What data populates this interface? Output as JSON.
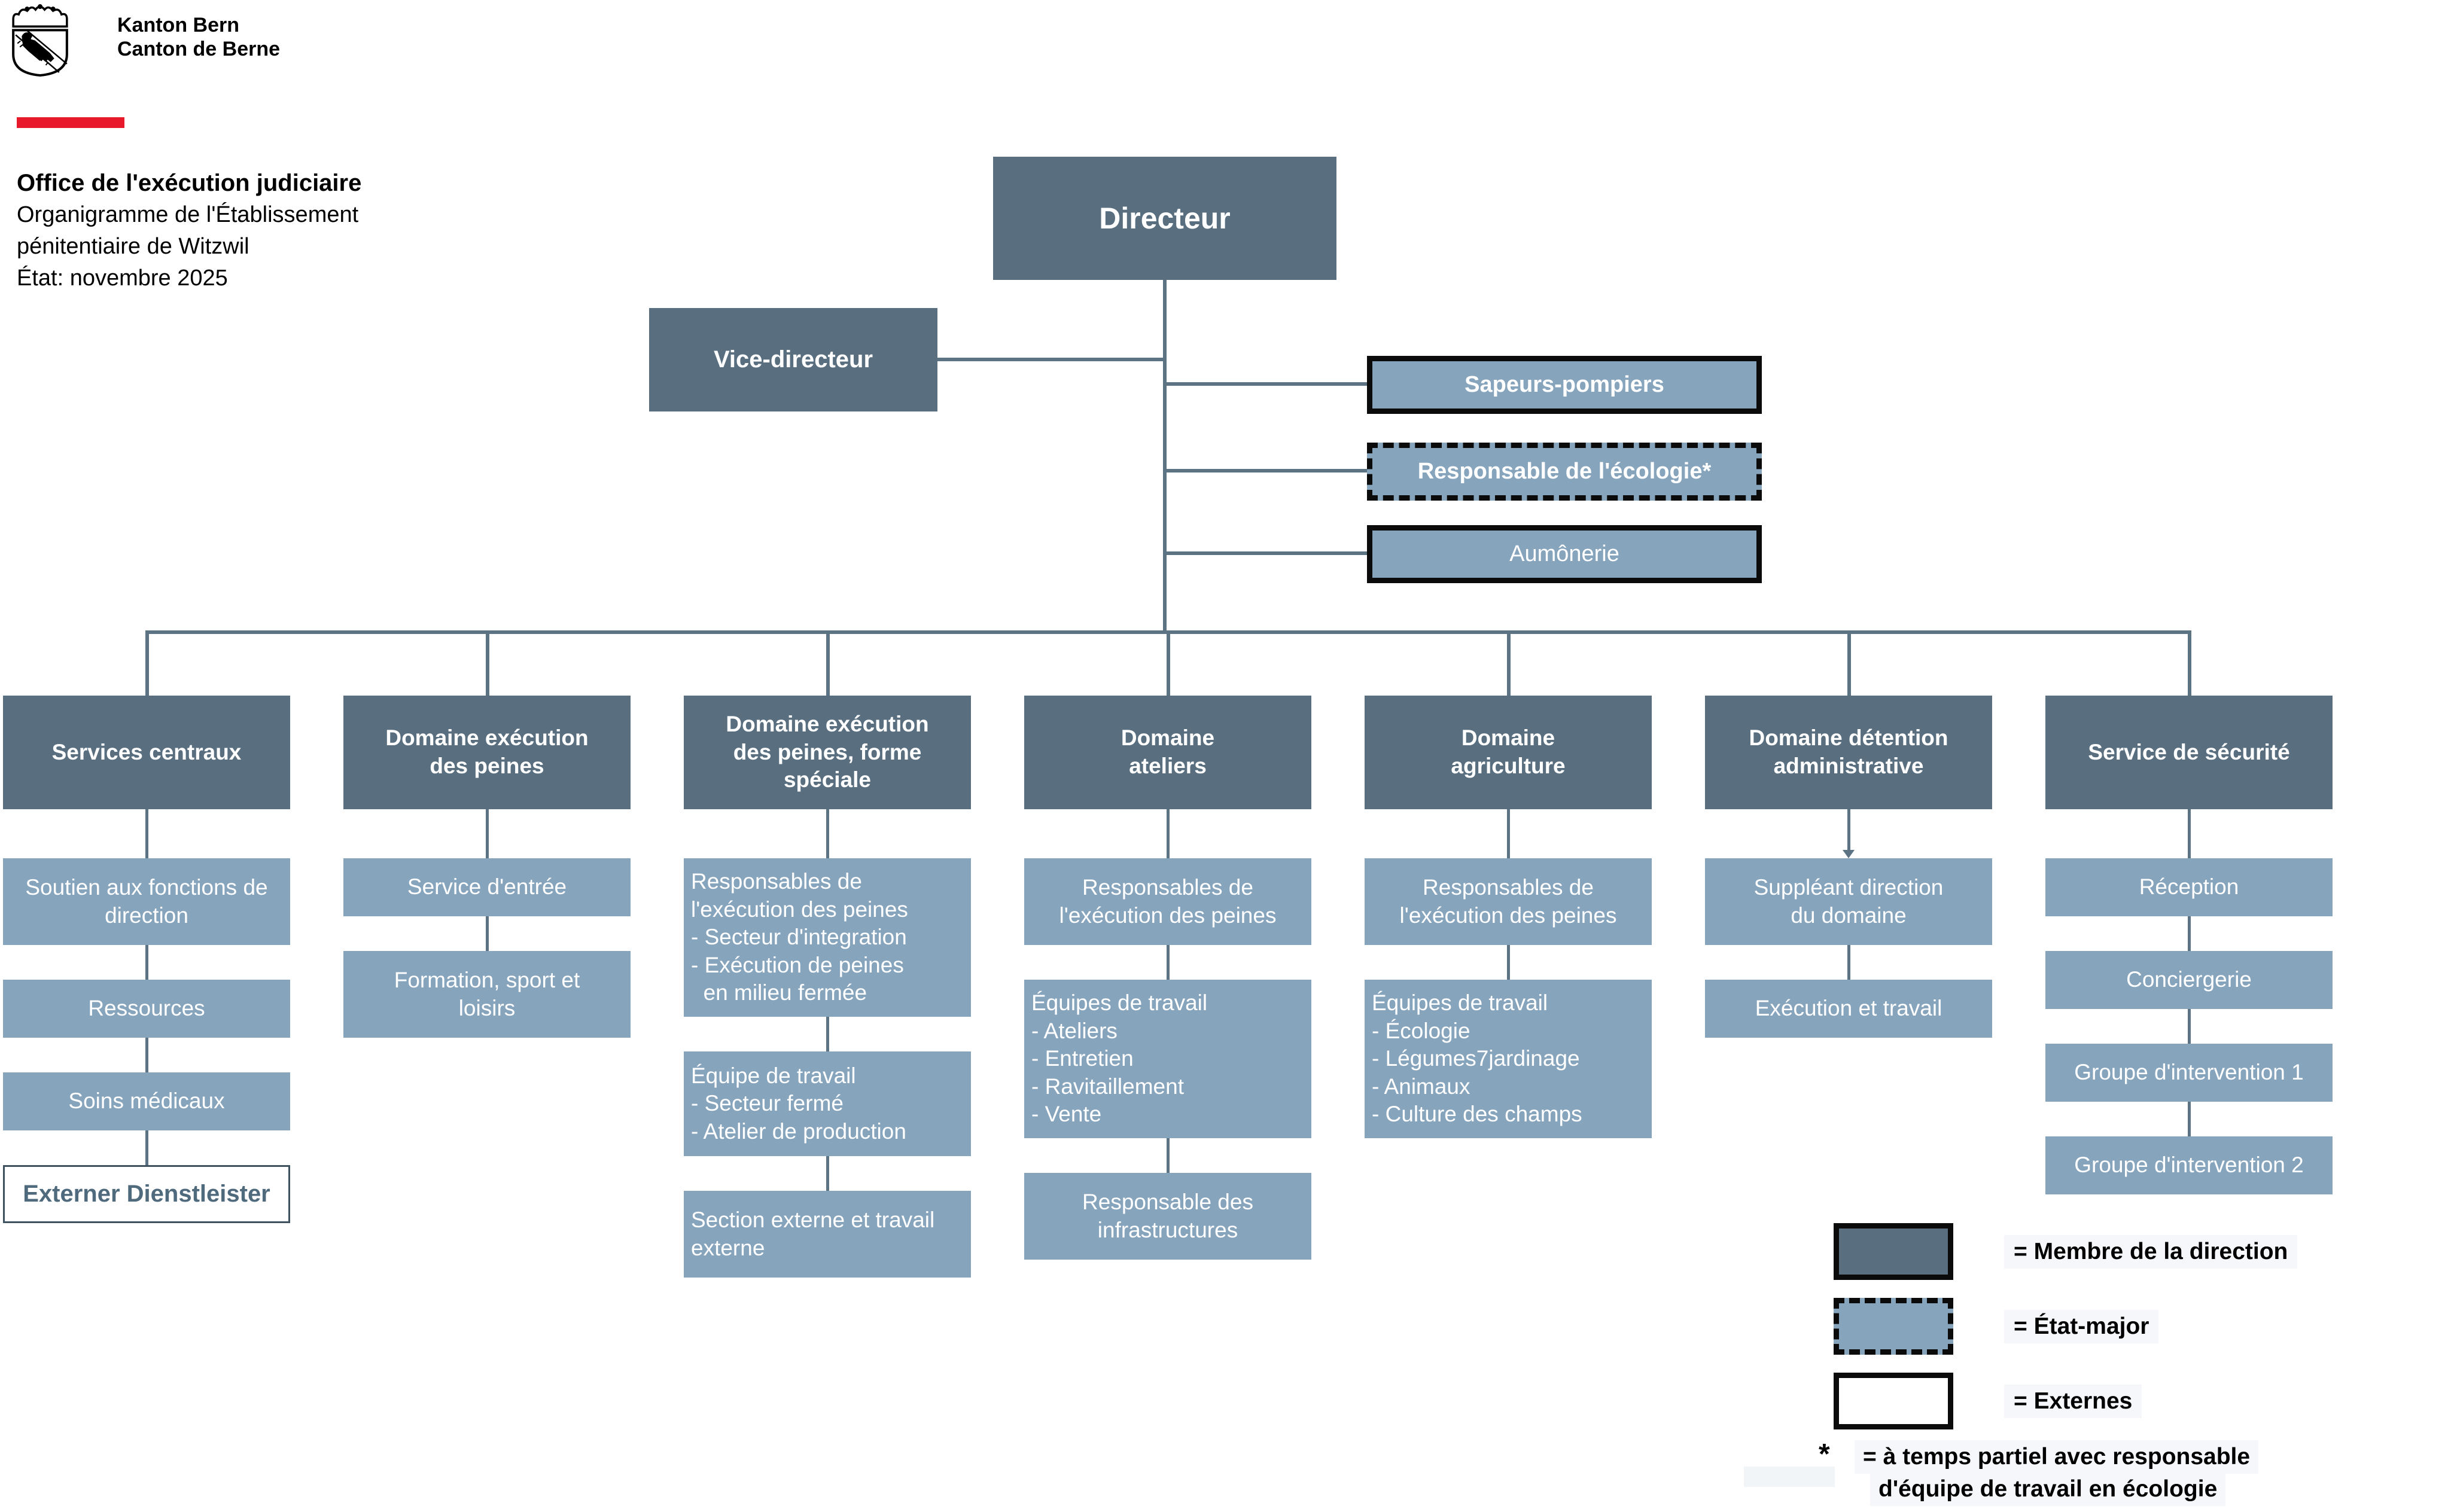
{
  "brand": {
    "line1": "Kanton Bern",
    "line2": "Canton de Berne"
  },
  "doc_title": {
    "office": "Office de l'exécution judiciaire",
    "line2": "Organigramme de l'Établissement",
    "line3": "pénitentiaire de Witzwil",
    "state": "État: novembre 2025"
  },
  "nodes": {
    "director": "Directeur",
    "vice_director": "Vice-directeur",
    "staff": [
      {
        "label": "Sapeurs-pompiers"
      },
      {
        "label": "Responsable de l'écologie*"
      },
      {
        "label": "Aumônerie"
      }
    ]
  },
  "columns": [
    {
      "header": "Services centraux",
      "children": [
        {
          "label": "Soutien aux fonctions de\ndirection"
        },
        {
          "label": "Ressources"
        },
        {
          "label": "Soins médicaux"
        },
        {
          "label": "Externer Dienstleister"
        }
      ]
    },
    {
      "header": "Domaine exécution\ndes peines",
      "children": [
        {
          "label": "Service d'entrée"
        },
        {
          "label": "Formation, sport et\nloisirs"
        }
      ]
    },
    {
      "header": "Domaine exécution\ndes peines, forme\nspéciale",
      "children": [
        {
          "label": "Responsables de\nl'exécution des peines\n- Secteur d'integration\n- Exécution de peines\n  en milieu fermée"
        },
        {
          "label": "Équipe de travail\n- Secteur fermé\n- Atelier de production"
        },
        {
          "label": "Section externe et travail\nexterne"
        }
      ]
    },
    {
      "header": "Domaine\nateliers",
      "children": [
        {
          "label": "Responsables de\nl'exécution des peines"
        },
        {
          "label": "Équipes de travail\n- Ateliers\n- Entretien\n- Ravitaillement\n- Vente"
        },
        {
          "label": "Responsable des\ninfrastructures"
        }
      ]
    },
    {
      "header": "Domaine\nagriculture",
      "children": [
        {
          "label": "Responsables de\nl'exécution des peines"
        },
        {
          "label": "Équipes de travail\n- Écologie\n- Légumes7jardinage\n- Animaux\n- Culture des champs"
        }
      ]
    },
    {
      "header": "Domaine détention\nadministrative",
      "children": [
        {
          "label": "Suppléant direction\ndu domaine"
        },
        {
          "label": "Exécution et travail"
        }
      ]
    },
    {
      "header": "Service de sécurité",
      "children": [
        {
          "label": "Réception"
        },
        {
          "label": "Conciergerie"
        },
        {
          "label": "Groupe d'intervention 1"
        },
        {
          "label": "Groupe d'intervention 2"
        }
      ]
    }
  ],
  "legend": {
    "items": [
      {
        "label": "= Membre de la direction"
      },
      {
        "label": "= État-major"
      },
      {
        "label": "= Externes"
      }
    ],
    "asterisk": "*",
    "note_line1": "= à temps partiel avec responsable",
    "note_line2": "d'équipe de travail en écologie"
  },
  "colors": {
    "dark": "#596F80",
    "light": "#87A4BD",
    "line": "#5B7383",
    "red": "#E8192B",
    "black": "#0B0B0B",
    "externer_text": "#4F6A7D",
    "label_bg": "#F5F7FA"
  }
}
